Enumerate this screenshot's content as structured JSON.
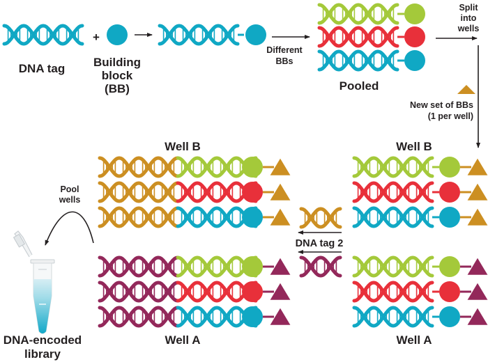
{
  "colors": {
    "teal": "#10a8c4",
    "green": "#a4c93a",
    "red": "#e8303a",
    "gold": "#cc8f22",
    "plum": "#93285a",
    "text": "#231f20",
    "arrow": "#231f20",
    "tube_liquid": "#1fb0cf"
  },
  "labels": {
    "dna_tag": "DNA tag",
    "plus": "+",
    "building_block_line1": "Building",
    "building_block_line2": "block",
    "building_block_line3": "(BB)",
    "different_bbs_line1": "Different",
    "different_bbs_line2": "BBs",
    "pooled": "Pooled",
    "split_line1": "Split",
    "split_line2": "into",
    "split_line3": "wells",
    "new_set_line1": "New set of BBs",
    "new_set_line2": "(1 per well)",
    "well_b_right": "Well B",
    "well_a_right": "Well A",
    "dna_tag_2": "DNA tag 2",
    "well_b_left": "Well B",
    "well_a_left": "Well A",
    "pool_wells_line1": "Pool",
    "pool_wells_line2": "wells",
    "library_line1": "DNA-encoded",
    "library_line2": "library"
  },
  "steps": {
    "pooled_bbs": [
      "green",
      "red",
      "teal"
    ],
    "well_b": {
      "tag2_color": "gold",
      "bb2_color": "gold",
      "rows": [
        "green",
        "red",
        "teal"
      ]
    },
    "well_a": {
      "tag2_color": "plum",
      "bb2_color": "plum",
      "rows": [
        "green",
        "red",
        "teal"
      ]
    }
  }
}
